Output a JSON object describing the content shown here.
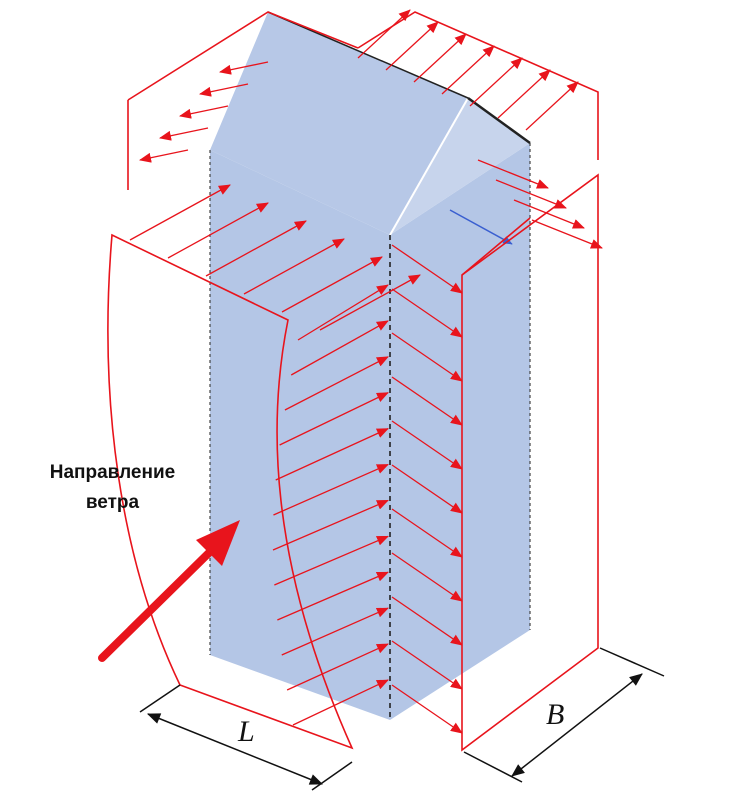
{
  "caption": {
    "line1": "Направление",
    "line2": "ветра"
  },
  "dimensions": {
    "length_label": "L",
    "width_label": "B"
  },
  "colors": {
    "building_face": "#b4c6e6",
    "pressure_arrow": "#e8141c",
    "wind_arrow": "#e8141c",
    "edge": "#222222",
    "dimension": "#111111"
  },
  "icons": {
    "wind_direction": "wind-arrow-icon"
  }
}
